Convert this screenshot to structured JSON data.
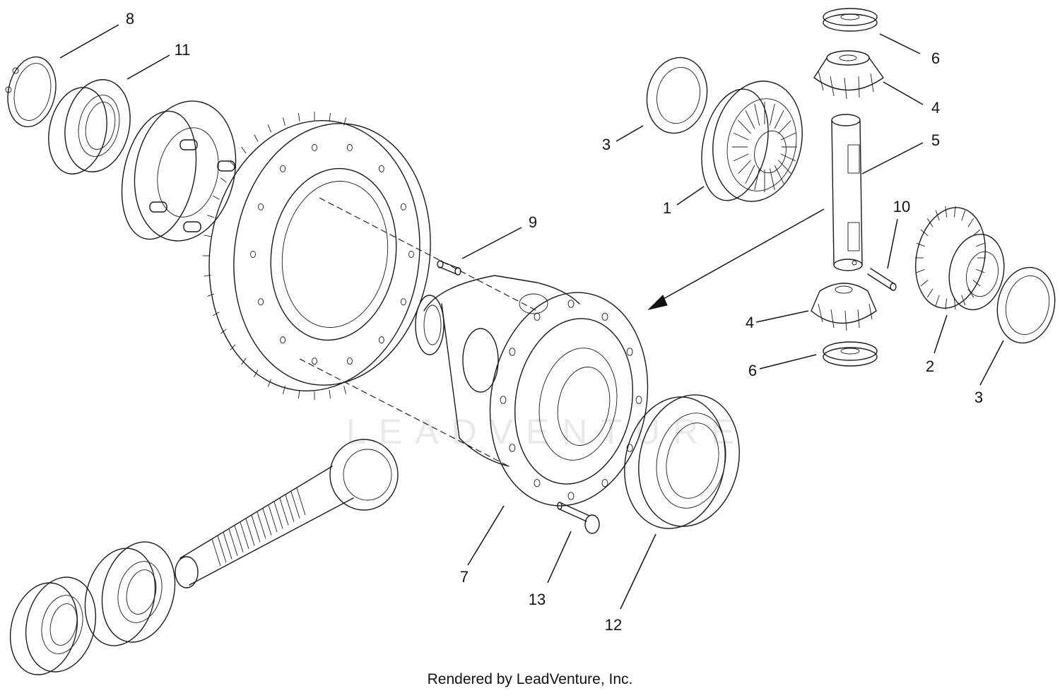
{
  "diagram": {
    "footer": "Rendered by LeadVenture, Inc.",
    "watermark": "LEADVENTURE",
    "callouts": {
      "c1": "1",
      "c2": "2",
      "c3a": "3",
      "c3b": "3",
      "c4a": "4",
      "c4b": "4",
      "c5": "5",
      "c6a": "6",
      "c6b": "6",
      "c7": "7",
      "c8": "8",
      "c9": "9",
      "c10": "10",
      "c11": "11",
      "c12": "12",
      "c13": "13"
    }
  }
}
